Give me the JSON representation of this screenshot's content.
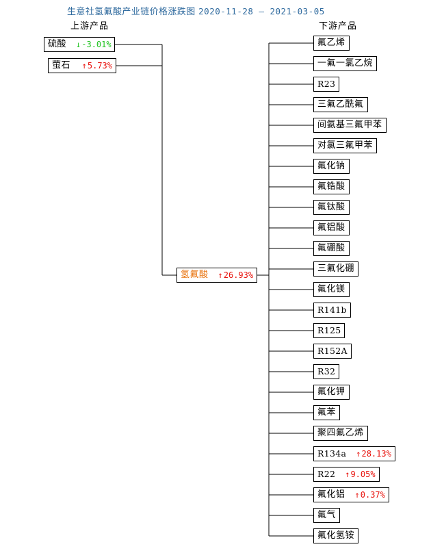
{
  "header": {
    "title": "生意社氢氟酸产业链价格涨跌图",
    "date_range": "2020-11-28 – 2021-03-05",
    "upstream_label": "上游产品",
    "downstream_label": "下游产品"
  },
  "colors": {
    "title": "#2f6a9e",
    "up": "#e8120c",
    "down": "#22c322",
    "hub_label": "#e8720c",
    "line": "#000000",
    "box_bg": "#ffffff"
  },
  "glyphs": {
    "arrow_up": "↑",
    "arrow_down": "↓"
  },
  "hub": {
    "name": "氢氟酸",
    "arrow": "↑",
    "change": "26.93%",
    "direction": "up"
  },
  "upstream": [
    {
      "name": "硫酸",
      "arrow": "↓",
      "change": "-3.01%",
      "direction": "down",
      "mono": false
    },
    {
      "name": "萤石",
      "arrow": "↑",
      "change": "5.73%",
      "direction": "up",
      "mono": false
    }
  ],
  "downstream": [
    {
      "name": "氟乙烯",
      "change": "",
      "direction": "",
      "mono": false
    },
    {
      "name": "一氟一氯乙烷",
      "change": "",
      "direction": "",
      "mono": false
    },
    {
      "name": "R23",
      "change": "",
      "direction": "",
      "mono": true
    },
    {
      "name": "三氟乙酰氟",
      "change": "",
      "direction": "",
      "mono": false
    },
    {
      "name": "间氨基三氟甲苯",
      "change": "",
      "direction": "",
      "mono": false
    },
    {
      "name": "对氯三氟甲苯",
      "change": "",
      "direction": "",
      "mono": false
    },
    {
      "name": "氟化钠",
      "change": "",
      "direction": "",
      "mono": false
    },
    {
      "name": "氟锆酸",
      "change": "",
      "direction": "",
      "mono": false
    },
    {
      "name": "氟钛酸",
      "change": "",
      "direction": "",
      "mono": false
    },
    {
      "name": "氟铝酸",
      "change": "",
      "direction": "",
      "mono": false
    },
    {
      "name": "氟硼酸",
      "change": "",
      "direction": "",
      "mono": false
    },
    {
      "name": "三氟化硼",
      "change": "",
      "direction": "",
      "mono": false
    },
    {
      "name": "氟化镁",
      "change": "",
      "direction": "",
      "mono": false
    },
    {
      "name": "R141b",
      "change": "",
      "direction": "",
      "mono": true
    },
    {
      "name": "R125",
      "change": "",
      "direction": "",
      "mono": true
    },
    {
      "name": "R152A",
      "change": "",
      "direction": "",
      "mono": true
    },
    {
      "name": "R32",
      "change": "",
      "direction": "",
      "mono": true
    },
    {
      "name": "氟化钾",
      "change": "",
      "direction": "",
      "mono": false
    },
    {
      "name": "氟苯",
      "change": "",
      "direction": "",
      "mono": false
    },
    {
      "name": "聚四氟乙烯",
      "change": "",
      "direction": "",
      "mono": false
    },
    {
      "name": "R134a",
      "arrow": "↑",
      "change": "28.13%",
      "direction": "up",
      "mono": true
    },
    {
      "name": "R22",
      "arrow": "↑",
      "change": "9.05%",
      "direction": "up",
      "mono": true
    },
    {
      "name": "氟化铝",
      "arrow": "↑",
      "change": "0.37%",
      "direction": "up",
      "mono": false
    },
    {
      "name": "氟气",
      "change": "",
      "direction": "",
      "mono": false
    },
    {
      "name": "氟化氢铵",
      "change": "",
      "direction": "",
      "mono": false
    }
  ]
}
